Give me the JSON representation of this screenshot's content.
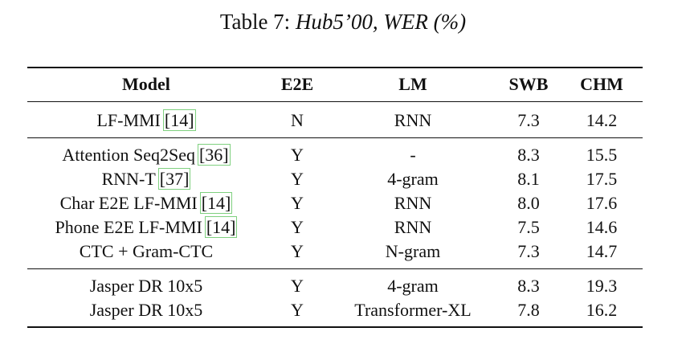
{
  "caption": {
    "label": "Table 7:",
    "text": "Hub5’00, WER (%)"
  },
  "table": {
    "headers": {
      "model": "Model",
      "e2e": "E2E",
      "lm": "LM",
      "swb": "SWB",
      "chm": "CHM"
    },
    "groups": [
      [
        {
          "model": "LF-MMI",
          "cite": "14",
          "e2e": "N",
          "lm": "RNN",
          "swb": "7.3",
          "chm": "14.2"
        }
      ],
      [
        {
          "model": "Attention Seq2Seq",
          "cite": "36",
          "e2e": "Y",
          "lm": "-",
          "swb": "8.3",
          "chm": "15.5"
        },
        {
          "model": "RNN-T",
          "cite": "37",
          "e2e": "Y",
          "lm": "4-gram",
          "swb": "8.1",
          "chm": "17.5"
        },
        {
          "model": "Char E2E LF-MMI",
          "cite": "14",
          "e2e": "Y",
          "lm": "RNN",
          "swb": "8.0",
          "chm": "17.6"
        },
        {
          "model": "Phone E2E LF-MMI",
          "cite": "14",
          "e2e": "Y",
          "lm": "RNN",
          "swb": "7.5",
          "chm": "14.6"
        },
        {
          "model": "CTC + Gram-CTC",
          "e2e": "Y",
          "lm": "N-gram",
          "swb": "7.3",
          "chm": "14.7"
        }
      ],
      [
        {
          "model": "Jasper DR 10x5",
          "e2e": "Y",
          "lm": "4-gram",
          "swb": "8.3",
          "chm": "19.3"
        },
        {
          "model": "Jasper DR 10x5",
          "e2e": "Y",
          "lm": "Transformer-XL",
          "swb": "7.8",
          "chm": "16.2"
        }
      ]
    ]
  }
}
